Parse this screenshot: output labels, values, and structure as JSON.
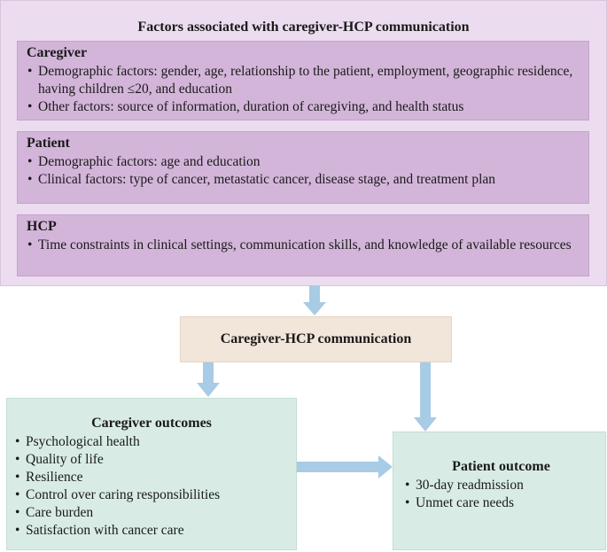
{
  "title": "Factors associated with caregiver-HCP communication",
  "caregiver": {
    "heading": "Caregiver",
    "items": [
      "Demographic factors: gender, age, relationship to the patient, employment, geographic residence, having children ≤20, and education",
      "Other factors: source of information, duration of caregiving, and health status"
    ]
  },
  "patient": {
    "heading": "Patient",
    "items": [
      "Demographic factors: age and education",
      "Clinical factors: type of cancer, metastatic cancer, disease stage, and treatment plan"
    ]
  },
  "hcp": {
    "heading": "HCP",
    "items": [
      "Time constraints in clinical settings, communication skills, and knowledge of available resources"
    ]
  },
  "communication": {
    "label": "Caregiver-HCP communication"
  },
  "caregiver_outcomes": {
    "heading": "Caregiver outcomes",
    "items": [
      "Psychological health",
      "Quality of life",
      "Resilience",
      "Control over caring responsibilities",
      "Care burden",
      "Satisfaction with cancer care"
    ]
  },
  "patient_outcome": {
    "heading": "Patient outcome",
    "items": [
      "30-day readmission",
      "Unmet care needs"
    ]
  },
  "colors": {
    "outer_bg": "#ecdcef",
    "factor_box": "#d3b5da",
    "communication_box": "#f2e5d9",
    "outcome_box": "#d8ece5",
    "arrow": "#a8cbe6"
  }
}
